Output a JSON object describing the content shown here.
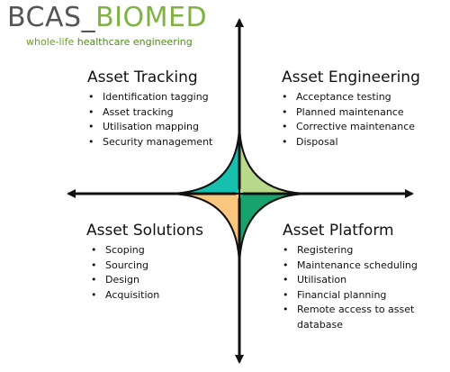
{
  "logo": {
    "part1": "BCAS_",
    "part2": "BIOMED",
    "tagline_prefix": "whole-life ",
    "tagline_highlight": "healthcare engineering"
  },
  "colors": {
    "top_left": "#16bfae",
    "top_right": "#b9d98a",
    "bottom_left": "#f9c77e",
    "bottom_right": "#17a36b",
    "arrows": "#111111",
    "logo_grey": "#555555",
    "logo_green": "#7fb240"
  },
  "quadrants": {
    "top_left": {
      "title": "Asset Tracking",
      "items": [
        "Identification tagging",
        "Asset tracking",
        "Utilisation mapping",
        "Security management"
      ]
    },
    "top_right": {
      "title": "Asset Engineering",
      "items": [
        "Acceptance testing",
        "Planned maintenance",
        "Corrective maintenance",
        "Disposal"
      ]
    },
    "bottom_left": {
      "title": "Asset Solutions",
      "items": [
        "Scoping",
        "Sourcing",
        "Design",
        "Acquisition"
      ]
    },
    "bottom_right": {
      "title": "Asset Platform",
      "items": [
        "Registering",
        "Maintenance scheduling",
        "Utilisation",
        "Financial planning",
        "Remote access to asset database"
      ]
    }
  }
}
